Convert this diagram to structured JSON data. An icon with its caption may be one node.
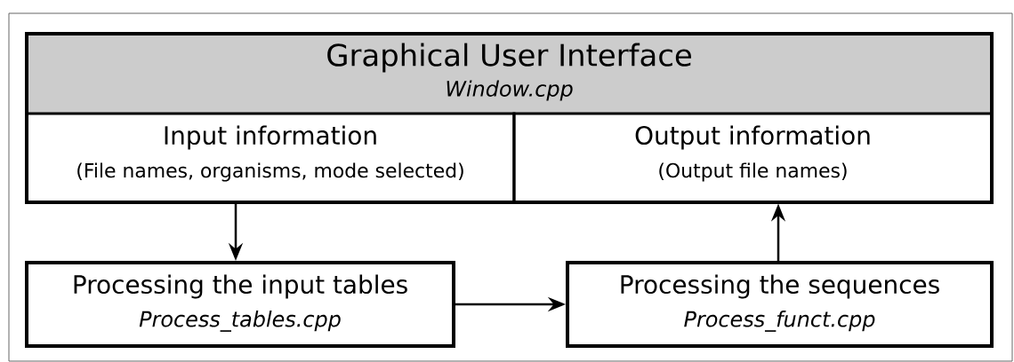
{
  "diagram": {
    "nodes": [
      {
        "text": [
          "Graphical User Interface",
          "Window.cpp"
        ]
      },
      {
        "text": [
          "Input information",
          "(File names, organisms, mode selected)"
        ],
        "in": 0
      },
      {
        "text": [
          "Output information",
          "(Output file names)"
        ],
        "in": 0
      },
      {
        "text": [
          "Processing the input tables",
          "Process_tables.cpp"
        ]
      },
      {
        "text": [
          "Processing the sequences",
          "Process_funct.cpp"
        ]
      }
    ],
    "edges": [
      {
        "from": 1,
        "to": 3,
        "arrow": "to"
      },
      {
        "from": 3,
        "to": 4,
        "arrow": "to"
      },
      {
        "from": 4,
        "to": 2,
        "arrow": "to"
      }
    ]
  }
}
